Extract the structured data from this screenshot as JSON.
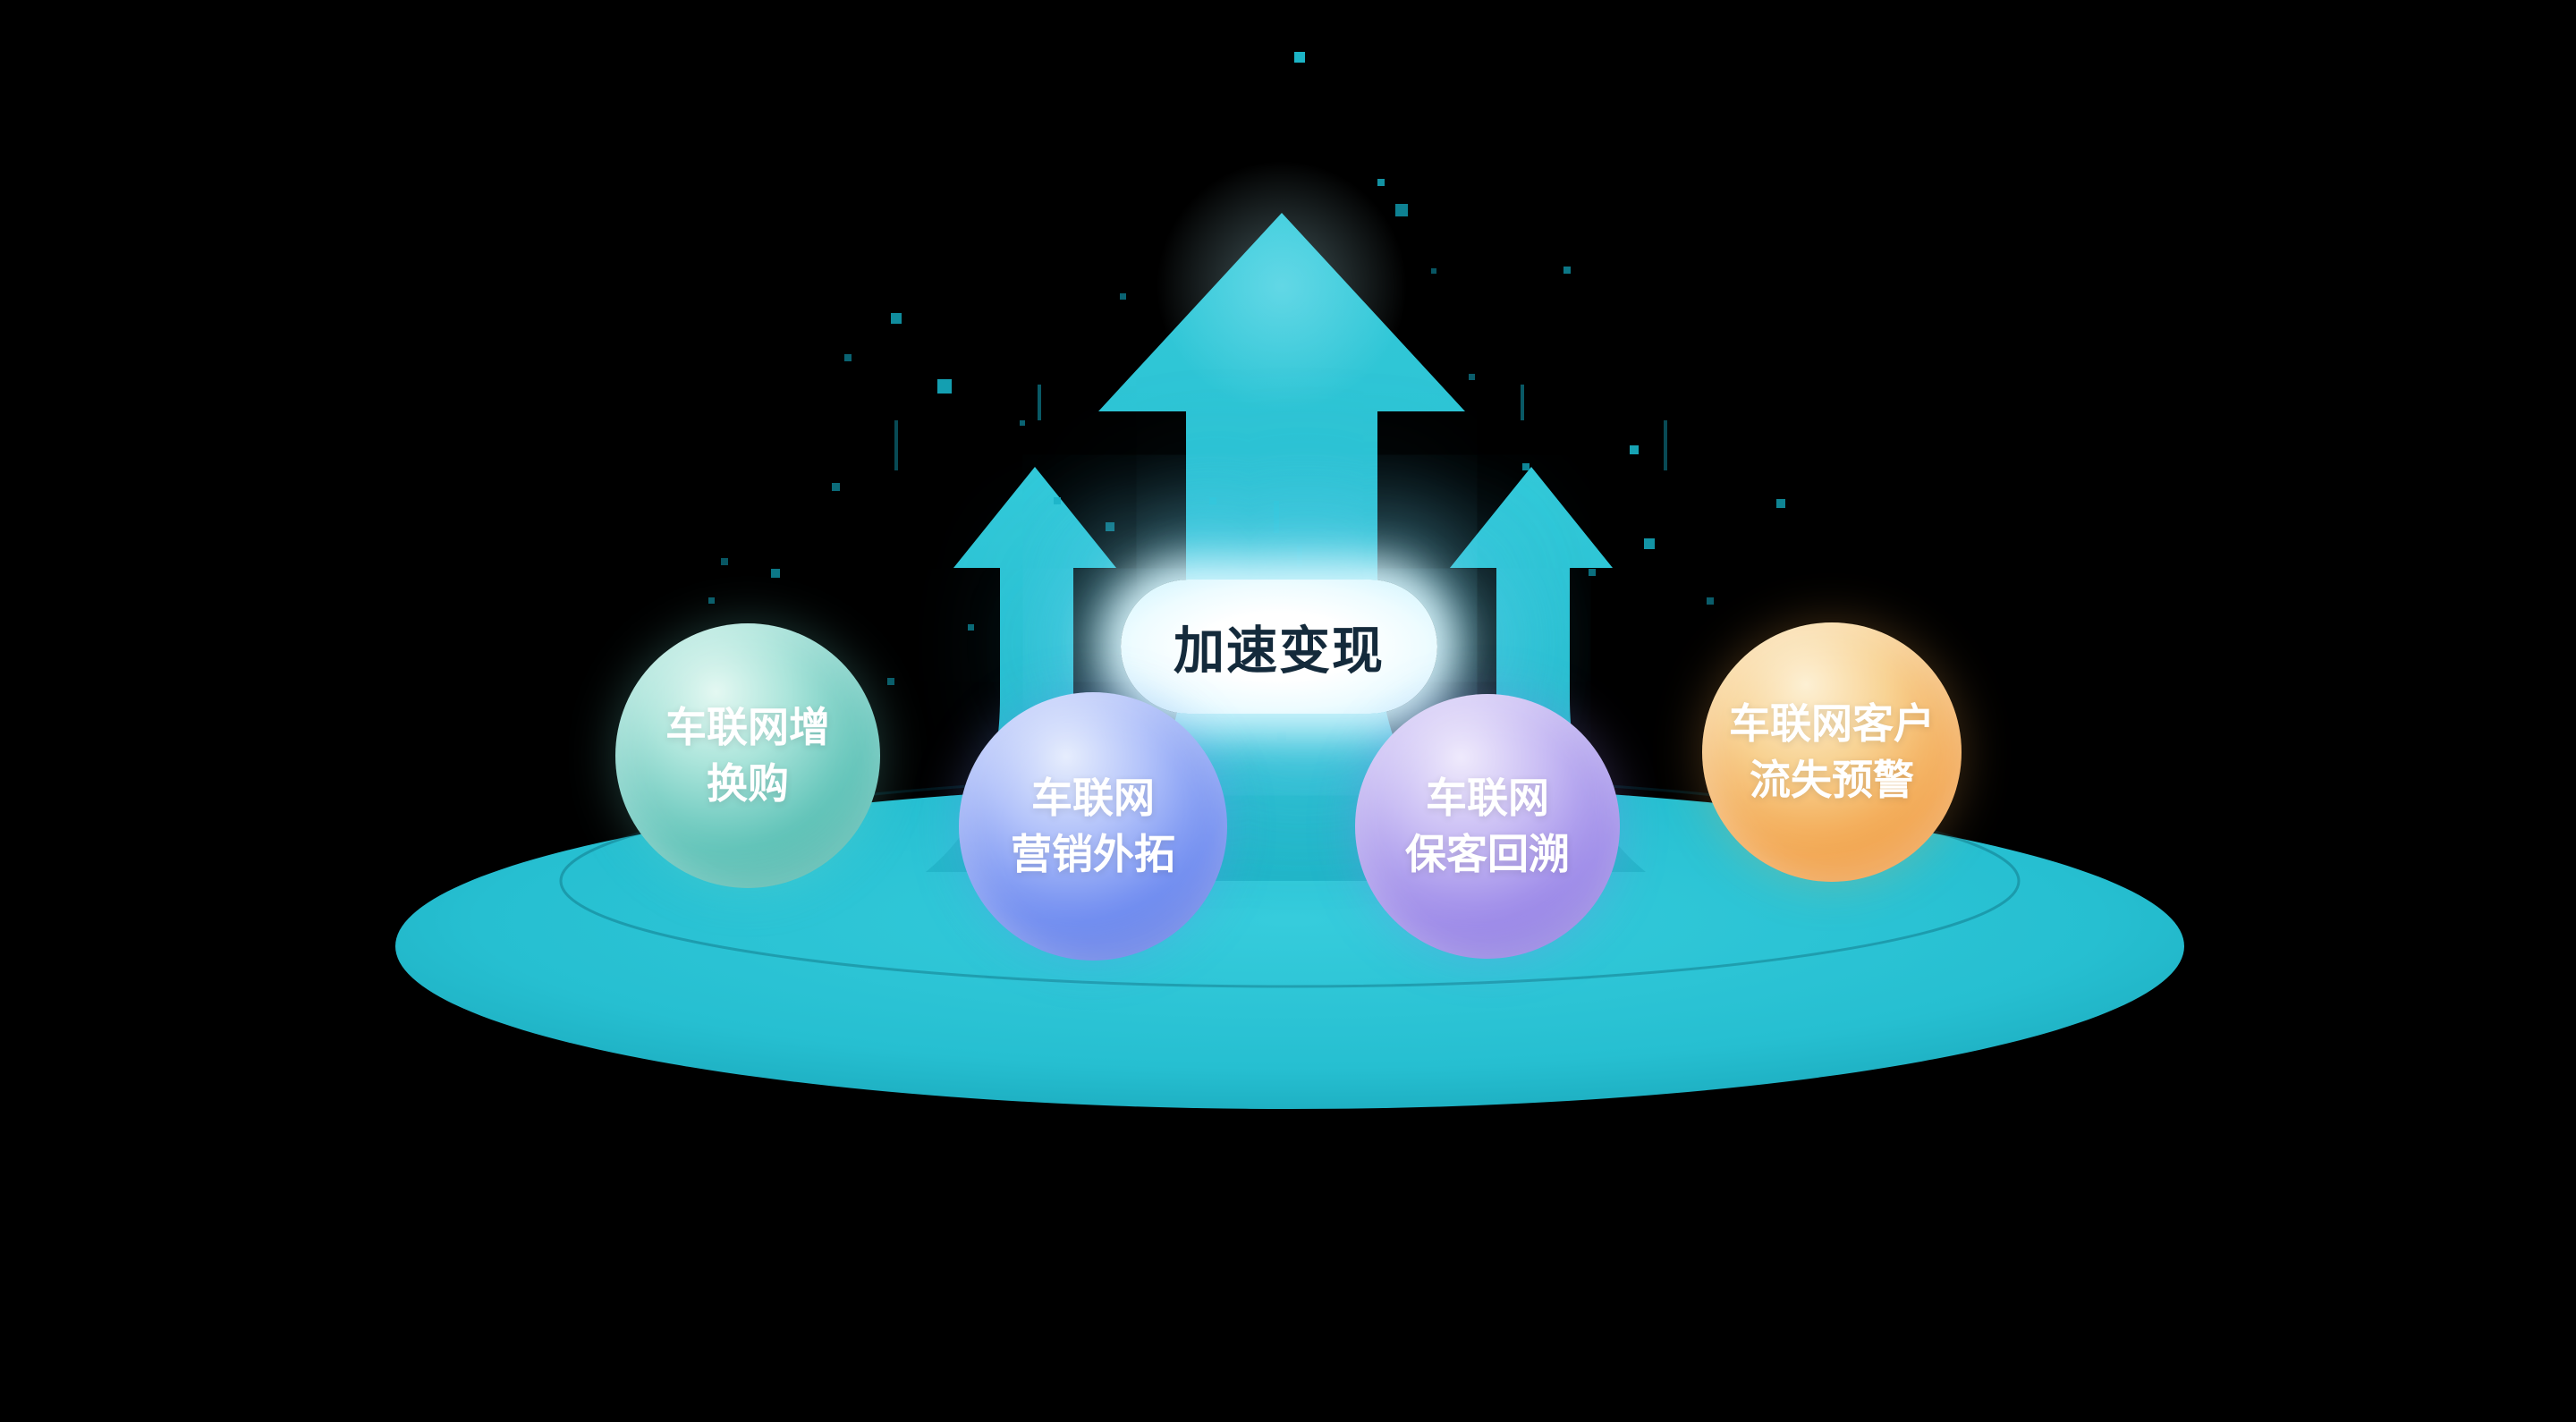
{
  "scene": {
    "background_color": "#000000",
    "platform_color": "#26bfd1",
    "arrow_color": "#2bc2d4",
    "particle_color": "#2bd0e4"
  },
  "center_label": {
    "text": "加速变现",
    "text_color": "#142a3b",
    "glow_color": "#aee9fb"
  },
  "bubbles": [
    {
      "id": "iov-trade-in",
      "lines": [
        "车联网增",
        "换购"
      ],
      "color_top": "#e4f8f2",
      "color_bottom": "#37a79c"
    },
    {
      "id": "iov-marketing-expansion",
      "lines": [
        "车联网",
        "营销外拓"
      ],
      "color_top": "#e6edfd",
      "color_bottom": "#4a63d8"
    },
    {
      "id": "iov-customer-retention",
      "lines": [
        "车联网",
        "保客回溯"
      ],
      "color_top": "#efeafc",
      "color_bottom": "#7a68d4"
    },
    {
      "id": "iov-churn-warning",
      "lines": [
        "车联网客户",
        "流失预警"
      ],
      "color_top": "#fdf0d4",
      "color_bottom": "#e9882e"
    }
  ]
}
